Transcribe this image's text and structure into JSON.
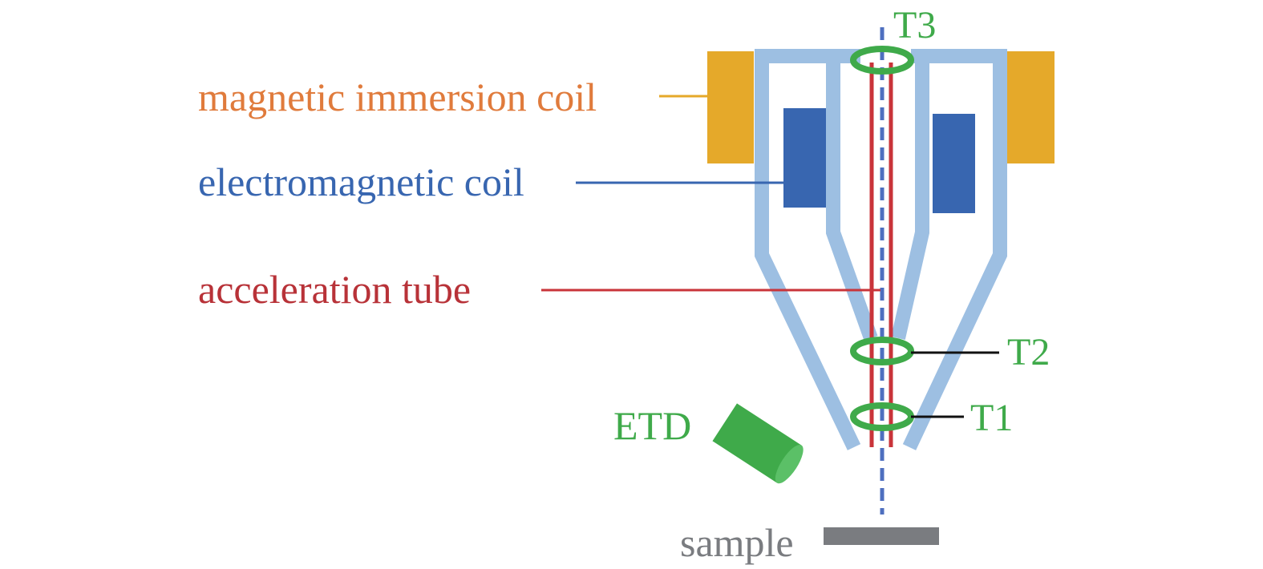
{
  "labels": {
    "magnetic_immersion_coil": "magnetic immersion coil",
    "electromagnetic_coil": "electromagnetic coil",
    "acceleration_tube": "acceleration tube",
    "etd": "ETD",
    "sample": "sample",
    "t1": "T1",
    "t2": "T2",
    "t3": "T3"
  },
  "colors": {
    "immersion_coil": "#E5A92A",
    "immersion_label": "#E07B3C",
    "em_coil": "#3866B0",
    "pole_piece": "#9DBFE2",
    "accel_tube": "#C9343A",
    "beam_axis": "#4E6FBF",
    "detector": "#3FAA4A",
    "sample": "#7A7C80",
    "leader_black": "#111111"
  }
}
